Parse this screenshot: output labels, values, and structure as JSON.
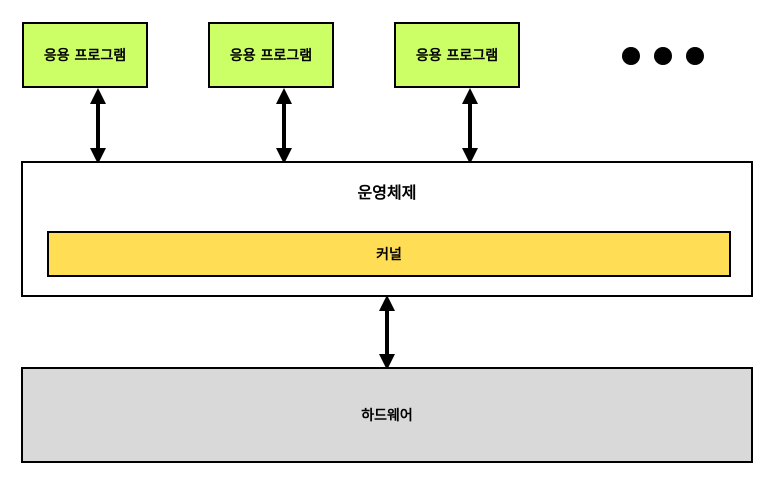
{
  "apps": [
    {
      "label": "응용 프로그램"
    },
    {
      "label": "응용 프로그램"
    },
    {
      "label": "응용 프로그램"
    }
  ],
  "os": {
    "label": "운영체제"
  },
  "kernel": {
    "label": "커널"
  },
  "hardware": {
    "label": "하드웨어"
  },
  "colors": {
    "app_fill": "#ccff66",
    "kernel_fill": "#ffdd55",
    "hardware_fill": "#d9d9d9"
  }
}
